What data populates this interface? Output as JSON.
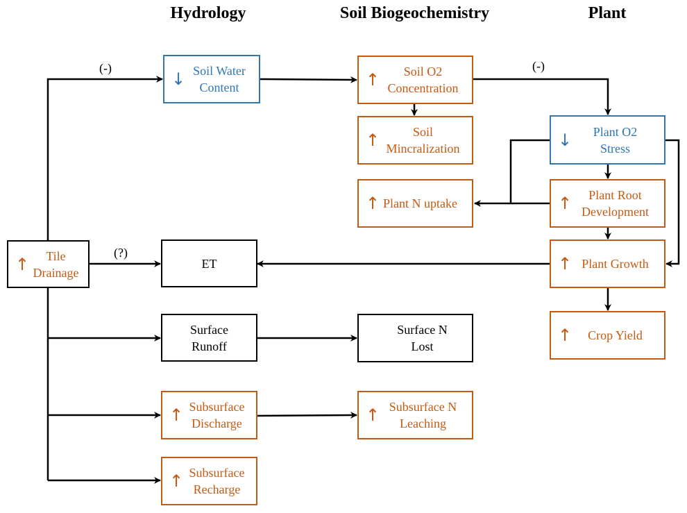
{
  "columns": {
    "hydrology": "Hydrology",
    "soil_biogeochemistry": "Soil Biogeochemistry",
    "plant": "Plant"
  },
  "colors": {
    "increase": "#C55A11",
    "decrease": "#2E75B6",
    "neutral": "#000000"
  },
  "indicators": {
    "up": "↑",
    "down": "↓"
  },
  "nodes": {
    "tile_drainage": {
      "label": "Tile\nDrainage",
      "direction": "up"
    },
    "soil_water_content": {
      "label": "Soil Water\nContent",
      "direction": "down"
    },
    "et": {
      "label": "ET",
      "direction": "none"
    },
    "surface_runoff": {
      "label": "Surface\nRunoff",
      "direction": "none"
    },
    "subsurface_discharge": {
      "label": "Subsurface\nDischarge",
      "direction": "up"
    },
    "subsurface_recharge": {
      "label": "Subsurface\nRecharge",
      "direction": "up"
    },
    "soil_o2_concentration": {
      "label": "Soil O2\nConcentration",
      "direction": "up"
    },
    "soil_mineralization": {
      "label": "Soil\nMincralization",
      "direction": "up"
    },
    "plant_n_uptake": {
      "label": "Plant N uptake",
      "direction": "up"
    },
    "surface_n_lost": {
      "label": "Surface N\nLost",
      "direction": "none"
    },
    "subsurface_n_leaching": {
      "label": "Subsurface N\nLeaching",
      "direction": "up"
    },
    "plant_o2_stress": {
      "label": "Plant O2\nStress",
      "direction": "down"
    },
    "plant_root_development": {
      "label": "Plant Root\nDevelopment",
      "direction": "up"
    },
    "plant_growth": {
      "label": "Plant Growth",
      "direction": "up"
    },
    "crop_yield": {
      "label": "Crop Yield",
      "direction": "up"
    }
  },
  "edge_labels": {
    "tile_to_soil_water": "(-)",
    "tile_to_et": "(?)",
    "soil_o2_to_plant_stress": "(-)"
  },
  "edges": [
    {
      "from": "tile_drainage",
      "to": "soil_water_content",
      "label": "(-)"
    },
    {
      "from": "tile_drainage",
      "to": "et",
      "label": "(?)"
    },
    {
      "from": "tile_drainage",
      "to": "surface_runoff"
    },
    {
      "from": "tile_drainage",
      "to": "subsurface_discharge"
    },
    {
      "from": "tile_drainage",
      "to": "subsurface_recharge"
    },
    {
      "from": "soil_water_content",
      "to": "soil_o2_concentration"
    },
    {
      "from": "soil_o2_concentration",
      "to": "soil_mineralization"
    },
    {
      "from": "soil_o2_concentration",
      "to": "plant_o2_stress",
      "label": "(-)"
    },
    {
      "from": "plant_o2_stress",
      "to": "plant_root_development"
    },
    {
      "from": "plant_o2_stress",
      "to": "plant_n_uptake"
    },
    {
      "from": "plant_o2_stress",
      "to": "plant_growth"
    },
    {
      "from": "plant_root_development",
      "to": "plant_n_uptake"
    },
    {
      "from": "plant_root_development",
      "to": "plant_growth"
    },
    {
      "from": "plant_growth",
      "to": "et"
    },
    {
      "from": "plant_growth",
      "to": "crop_yield"
    },
    {
      "from": "surface_runoff",
      "to": "surface_n_lost"
    },
    {
      "from": "subsurface_discharge",
      "to": "subsurface_n_leaching"
    }
  ]
}
